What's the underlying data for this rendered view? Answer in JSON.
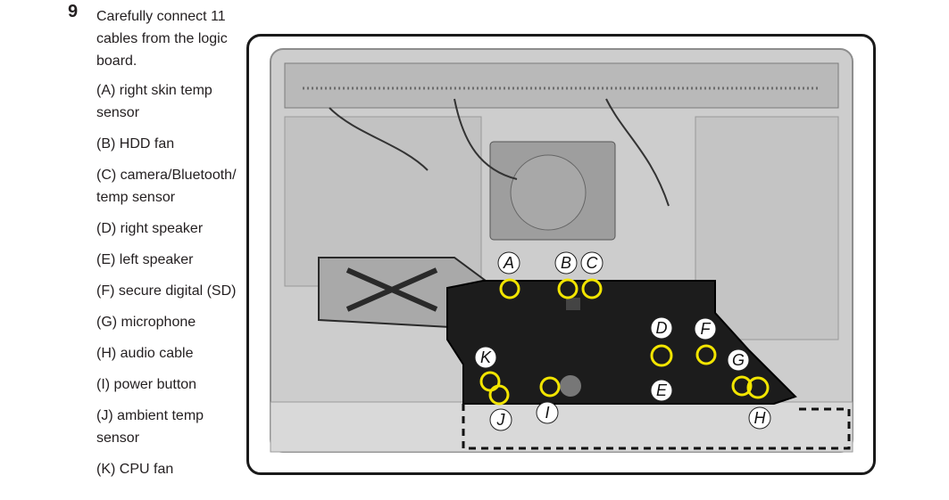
{
  "step": {
    "number": "9",
    "instruction": "Carefully connect 11 cables from the logic board.",
    "cables": [
      "(A) right skin temp sensor",
      "(B) HDD fan",
      "(C) camera/Bluetooth/ temp sensor",
      "(D) right speaker",
      "(E) left speaker",
      "(F) secure digital (SD)",
      "(G) microphone",
      "(H) audio cable",
      "(I) power button",
      "(J) ambient temp sensor",
      "(K) CPU fan"
    ]
  },
  "photo": {
    "callouts": [
      "A",
      "B",
      "C",
      "D",
      "E",
      "F",
      "G",
      "H",
      "I",
      "J",
      "K"
    ],
    "colors": {
      "highlight_ring": "#f2e500",
      "logic_board": "#1c1c1c",
      "chassis": "#c9c9c9",
      "dashed_outline": "#111111"
    }
  }
}
